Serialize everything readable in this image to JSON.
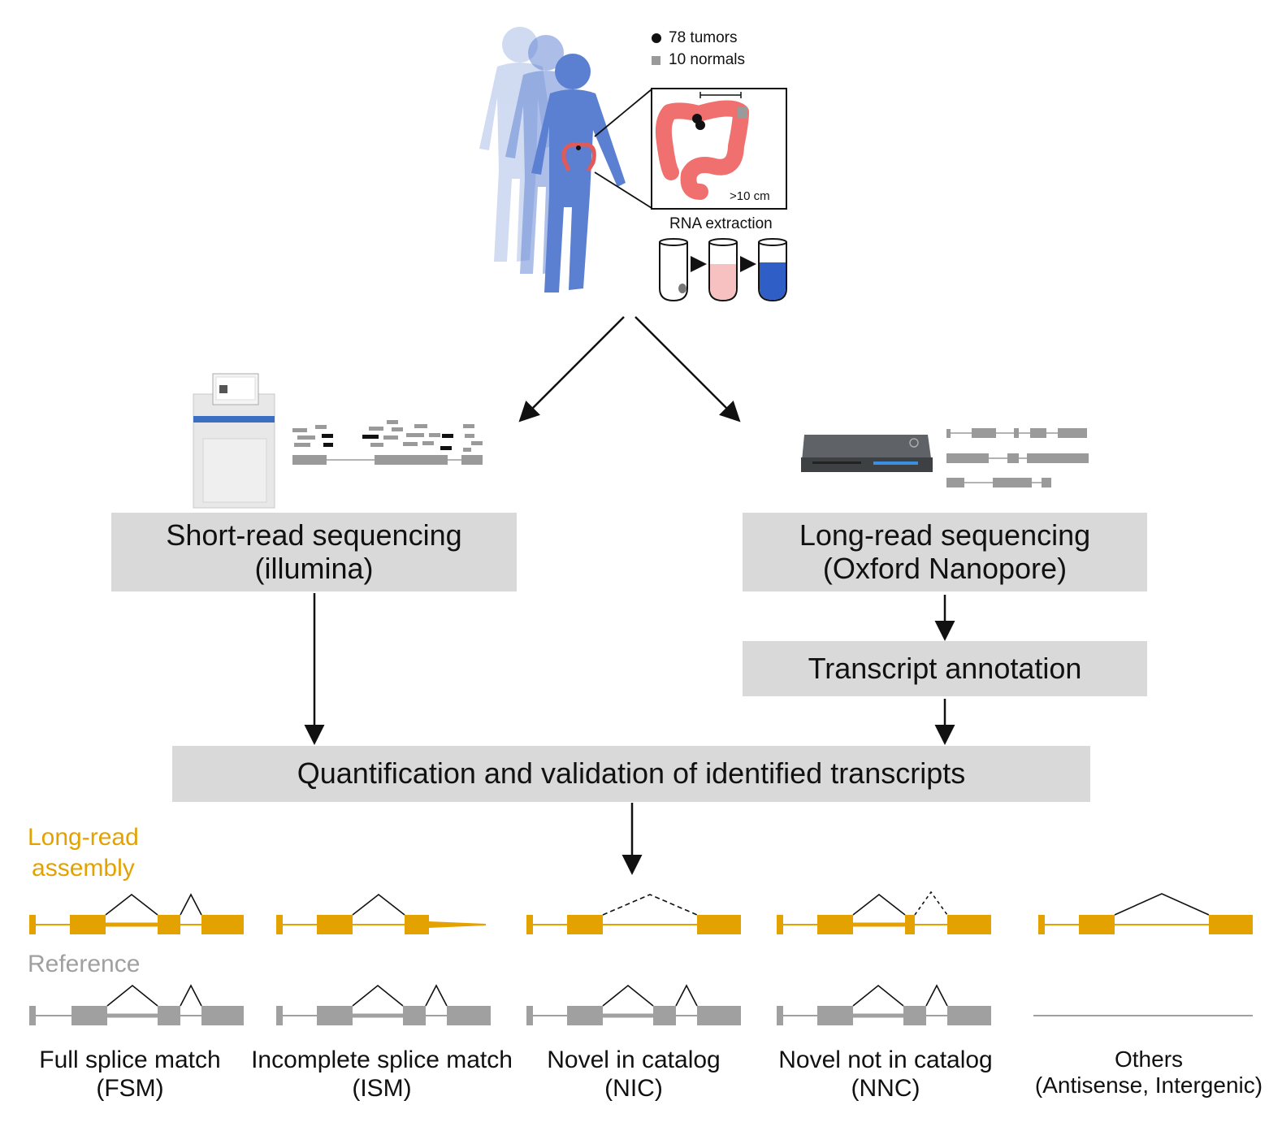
{
  "legend": {
    "tumors": "78 tumors",
    "normals": "10 normals",
    "tumor_color": "#111111",
    "normal_color": "#9a9a9a"
  },
  "colon_inset": {
    "distance_label": ">10 cm"
  },
  "rna_extraction": {
    "label": "RNA extraction"
  },
  "short_read": {
    "line1": "Short-read sequencing",
    "line2": "(illumina)"
  },
  "long_read": {
    "line1": "Long-read sequencing",
    "line2": "(Oxford Nanopore)"
  },
  "transcript_annotation": {
    "label": "Transcript annotation"
  },
  "quantification": {
    "label": "Quantification and validation of identified transcripts"
  },
  "assembly_label": {
    "line1": "Long-read",
    "line2": "assembly"
  },
  "reference_label": "Reference",
  "categories": [
    {
      "line1": "Full splice match",
      "line2": "(FSM)"
    },
    {
      "line1": "Incomplete splice match",
      "line2": "(ISM)"
    },
    {
      "line1": "Novel in catalog",
      "line2": "(NIC)"
    },
    {
      "line1": "Novel not in catalog",
      "line2": "(NNC)"
    },
    {
      "line1": "Others",
      "line2": "(Antisense, Intergenic)"
    }
  ],
  "colors": {
    "long_read": "#e3a200",
    "reference": "#a0a0a0",
    "box_fill": "#d9d9d9",
    "body_blue": "#5b7fd1",
    "colon_red": "#f07070",
    "rna_blue": "#2f5ec6",
    "rna_pink": "#f7c1c1"
  },
  "icons": [
    "human-silhouette-icon",
    "colon-icon",
    "test-tube-icon",
    "illumina-sequencer-icon",
    "nanopore-device-icon"
  ]
}
